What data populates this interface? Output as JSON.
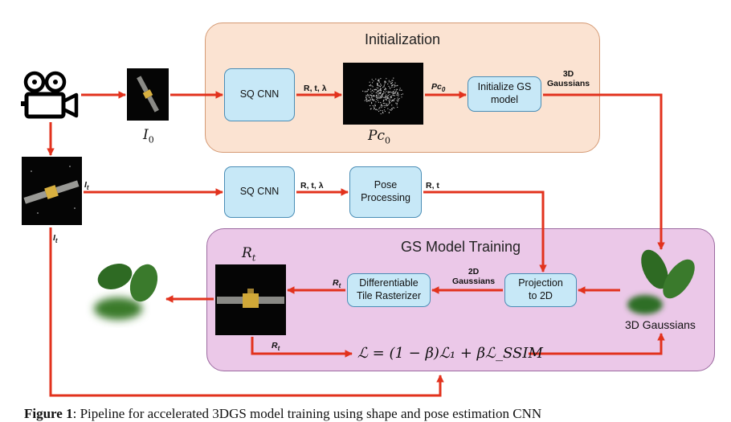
{
  "regions": {
    "initialization": "Initialization",
    "training": "GS Model Training"
  },
  "boxes": {
    "sq_cnn_top": "SQ CNN",
    "init_gs": "Initialize GS\nmodel",
    "sq_cnn_mid": "SQ CNN",
    "pose_processing": "Pose\nProcessing",
    "diff_rasterizer": "Differentiable\nTile Rasterizer",
    "projection": "Projection\nto 2D"
  },
  "labels": {
    "rt_lambda_top": "R, t, λ",
    "pc0_arrow": "Pc",
    "pc0_arrow_sub": "0",
    "gaussians_3d_top": "3D\nGaussians",
    "it_right": "I",
    "it_right_sub": "t",
    "it_down": "I",
    "it_down_sub": "t",
    "rt_lambda_mid": "R, t, λ",
    "rt_mid": "R, t",
    "gaussians_2d": "2D\nGaussians",
    "rt_arrow": "R",
    "rt_arrow_sub": "t",
    "rt_bottom": "R",
    "rt_bottom_sub": "t",
    "i0_base": "I",
    "i0_sub": "0",
    "pc0_base": "Pc",
    "pc0_sub": "0",
    "rt_img_base": "R",
    "rt_img_sub": "t",
    "gaussians_3d_bottom": "3D Gaussians",
    "loss": "ℒ = (1 − β)ℒ₁ + βℒ_SSIM"
  },
  "caption": {
    "prefix": "Figure 1",
    "text": ": Pipeline for accelerated 3DGS model training using shape and pose estimation CNN"
  },
  "colors": {
    "arrow": "#e2321d",
    "box_fill": "#c7e8f7",
    "box_border": "#4a8db6",
    "init_fill": "#fbe3d2",
    "train_fill": "#ebc8e8",
    "gaussian": "#2e6a23"
  }
}
